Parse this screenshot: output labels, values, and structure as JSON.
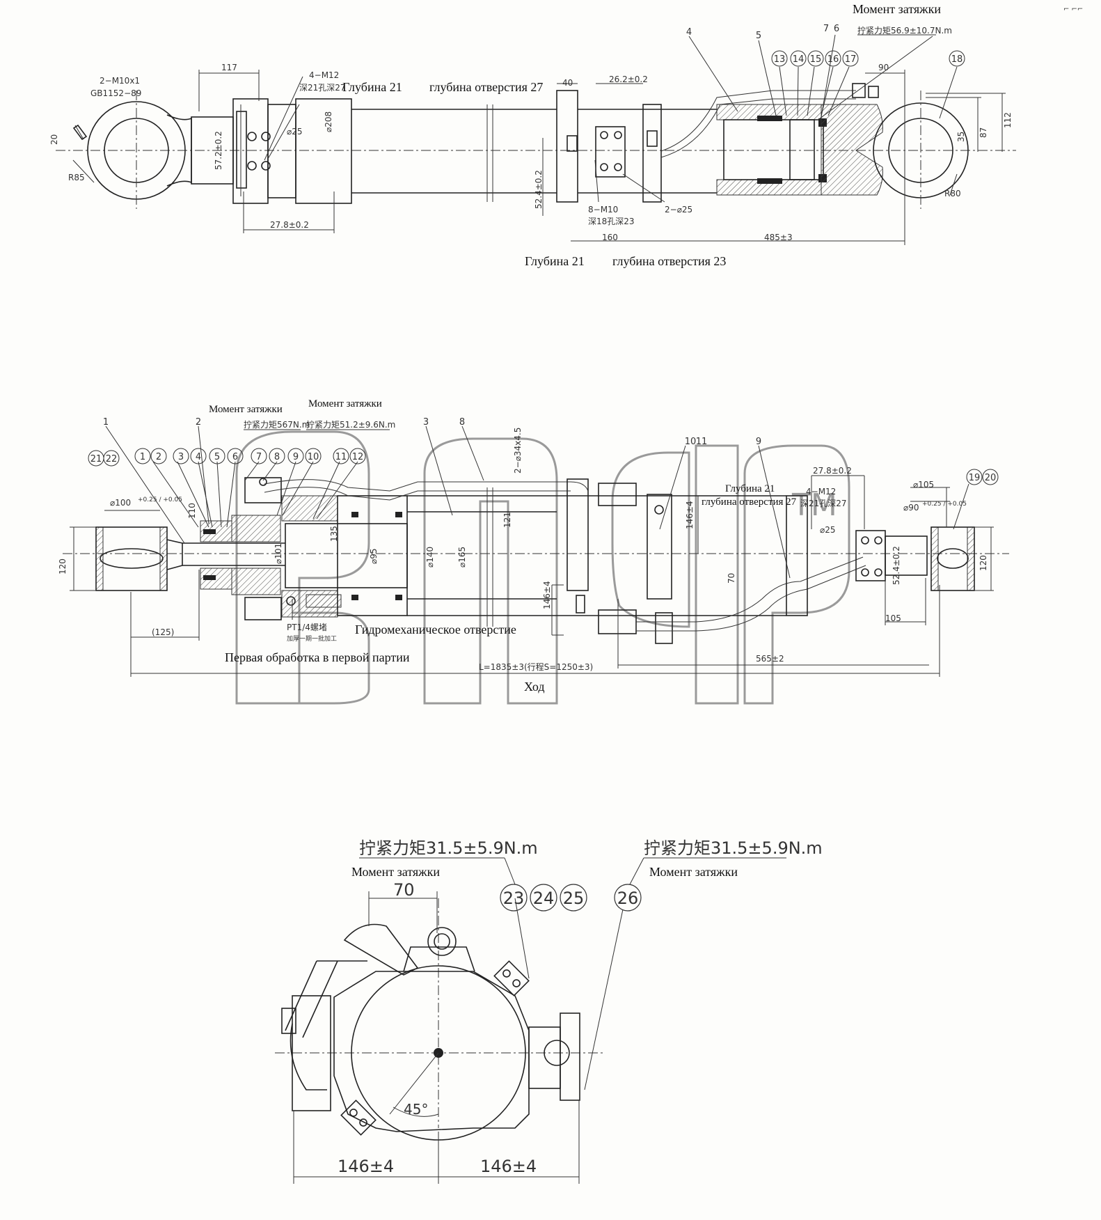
{
  "labels": {
    "torque": "Момент затяжки",
    "depth21": "Глубина 21",
    "hole_depth_27": "глубина отверстия 27",
    "hole_depth_23": "глубина отверстия 23",
    "hydromech_hole": "Гидромеханическое отверстие",
    "first_processing": "Первая обработка в первой партии",
    "stroke": "Ход"
  },
  "dims_top": {
    "m10": "2−M10x1",
    "gb": "GB1152−89",
    "d20": "20",
    "r85": "R85",
    "d117": "117",
    "m12": "4−M12",
    "m12depth": "深21孔深27",
    "d25": "⌀25",
    "d208": "⌀208",
    "d572": "57.2±0.2",
    "d278": "27.8±0.2",
    "d40": "40",
    "d262": "26.2±0.2",
    "d524": "52.4±0.2",
    "m10b": "8−M10",
    "m10bdepth": "深18孔深23",
    "d2x25": "2−⌀25",
    "d160": "160",
    "d485": "485±3",
    "torque_val": "拧紧力矩56.9±10.7N.m",
    "d90": "90",
    "d87": "87",
    "d112": "112",
    "d35": "35",
    "r80": "R80"
  },
  "dims_mid": {
    "torque1": "拧紧力矩567N.m",
    "torque2": "拧紧力矩51.2±9.6N.m",
    "pipe": "2−⌀34x4.5",
    "d100": "⌀100",
    "tol100": "+0.25 / +0.05",
    "d110": "110",
    "d120a": "120",
    "d135": "135",
    "d101": "⌀101",
    "d95": "⌀95",
    "d140": "⌀140",
    "d165": "⌀165",
    "d121": "121",
    "d1462": "146±4",
    "d1461": "146±4",
    "d125": "(125)",
    "pt": "PT1/4螺堵",
    "pt2": "加厚一期一批加工",
    "L": "L=1835±3(行程S=1250±3)",
    "d278": "27.8±0.2",
    "m12": "4−M12",
    "m12depth": "深21孔深27",
    "d105": "⌀105",
    "d90": "⌀90",
    "tol90": "+0.25 / +0.05",
    "d25": "⌀25",
    "d524": "52.4±0.2",
    "d70": "70",
    "d105b": "105",
    "d565": "565±2",
    "d120b": "120"
  },
  "dims_bot": {
    "torque_a": "拧紧力矩31.5±5.9N.m",
    "torque_b": "拧紧力矩31.5±5.9N.m",
    "d70": "70",
    "a45": "45°",
    "w1": "146±4",
    "w2": "146±4"
  },
  "bubbles_top": [
    "13",
    "14",
    "15",
    "16",
    "17",
    "18"
  ],
  "leaders_top": [
    "4",
    "5",
    "7",
    "6"
  ],
  "bubbles_mid": [
    "21",
    "22",
    "1",
    "2",
    "3",
    "4",
    "5",
    "6",
    "7",
    "8",
    "9",
    "10",
    "11",
    "12",
    "19",
    "20"
  ],
  "leaders_mid": [
    "1",
    "2",
    "3",
    "8",
    "10",
    "11",
    "9"
  ],
  "bubbles_bot": [
    "23",
    "24",
    "25",
    "26"
  ],
  "watermark": {
    "text": "TM",
    "color": "#9a9a9a"
  },
  "corner_mark": "⌐ ⌐⌐"
}
